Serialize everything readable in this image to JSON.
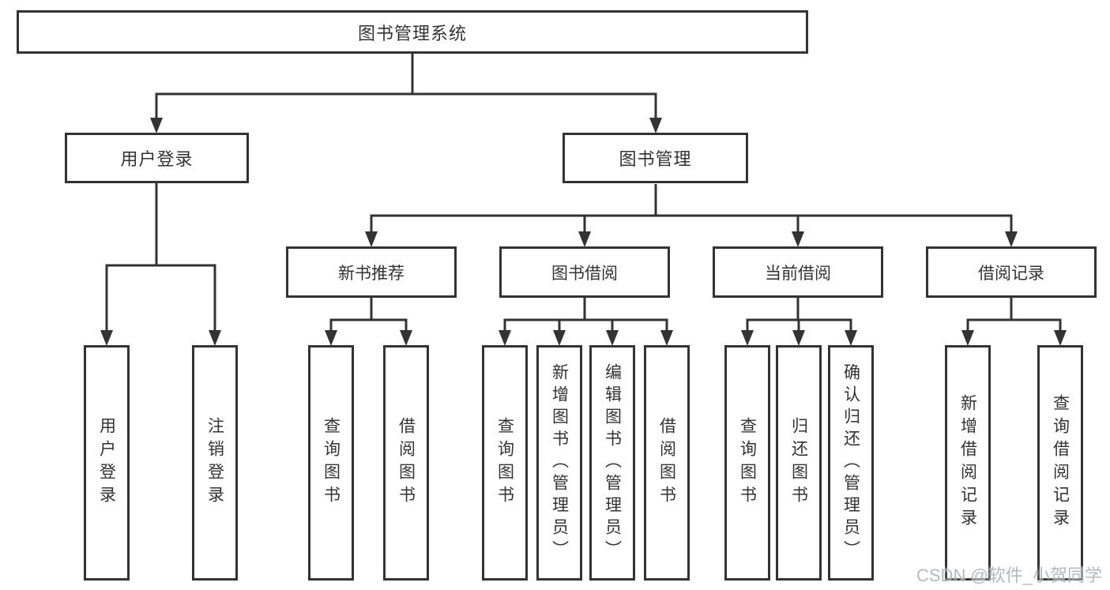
{
  "nodes": {
    "root": {
      "label": "图书管理系统"
    },
    "level2": [
      {
        "label": "用户登录"
      },
      {
        "label": "图书管理"
      }
    ],
    "level3": [
      {
        "label": "新书推荐"
      },
      {
        "label": "图书借阅"
      },
      {
        "label": "当前借阅"
      },
      {
        "label": "借阅记录"
      }
    ],
    "leaves": {
      "user_login": [
        {
          "label": "用户登录"
        },
        {
          "label": "注销登录"
        }
      ],
      "new_book_recommend": [
        {
          "label": "查询图书"
        },
        {
          "label": "借阅图书"
        }
      ],
      "book_borrow": [
        {
          "label": "查询图书"
        },
        {
          "label": "新增图书（管理员）"
        },
        {
          "label": "编辑图书（管理员）"
        },
        {
          "label": "借阅图书"
        }
      ],
      "current_borrow": [
        {
          "label": "查询图书"
        },
        {
          "label": "归还图书"
        },
        {
          "label": "确认归还（管理员）"
        }
      ],
      "borrow_record": [
        {
          "label": "新增借阅记录"
        },
        {
          "label": "查询借阅记录"
        }
      ]
    }
  },
  "watermark": {
    "text": "CSDN @软件_小贺同学",
    "color": "#a9adb2"
  },
  "colors": {
    "line": "#333333",
    "box_border": "#333333",
    "text": "#333333",
    "background": "#ffffff"
  }
}
